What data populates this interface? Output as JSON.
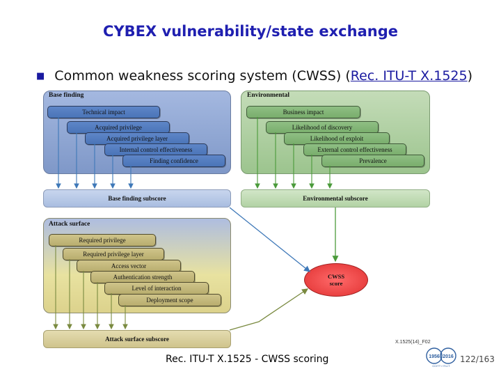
{
  "slide": {
    "title": "CYBEX vulnerability/state exchange",
    "bullet_prefix": "Common weakness scoring system (CWSS) (",
    "bullet_ref": "Rec. ITU-T X.1525",
    "bullet_suffix": ")",
    "footer": "Rec. ITU-T X.1525 - CWSS scoring",
    "page_number": "122/163",
    "logo_text": {
      "year_left": "1956",
      "year_right": "2016",
      "caption": "CCITT / ITU-T"
    }
  },
  "diagram": {
    "figure_id": "X.1525(14)_F02",
    "base_finding": {
      "title": "Base finding",
      "items": [
        "Technical impact",
        "Acquired privilege",
        "Acquired privilege layer",
        "Internal control effectiveness",
        "Finding confidence"
      ],
      "subscore": "Base finding subscore"
    },
    "environmental": {
      "title": "Environmental",
      "items": [
        "Business impact",
        "Likelihood of discovery",
        "Likelihood of exploit",
        "External control effectiveness",
        "Prevalence"
      ],
      "subscore": "Environmental subscore"
    },
    "attack_surface": {
      "title": "Attack surface",
      "items": [
        "Required privilege",
        "Required privilege layer",
        "Access vector",
        "Authentication strength",
        "Level of interaction",
        "Deployment scope"
      ],
      "subscore": "Attack surface subscore"
    },
    "cwss_score": {
      "line1": "CWSS",
      "line2": "score"
    },
    "colors": {
      "base_panel": "#8fa8d8",
      "environmental_panel": "#b3d3a8",
      "attack_panel": "#d8d098",
      "cwss_score": "#e84040",
      "arrow_blue": "#3e78b8",
      "arrow_green": "#4a9a3a"
    }
  }
}
